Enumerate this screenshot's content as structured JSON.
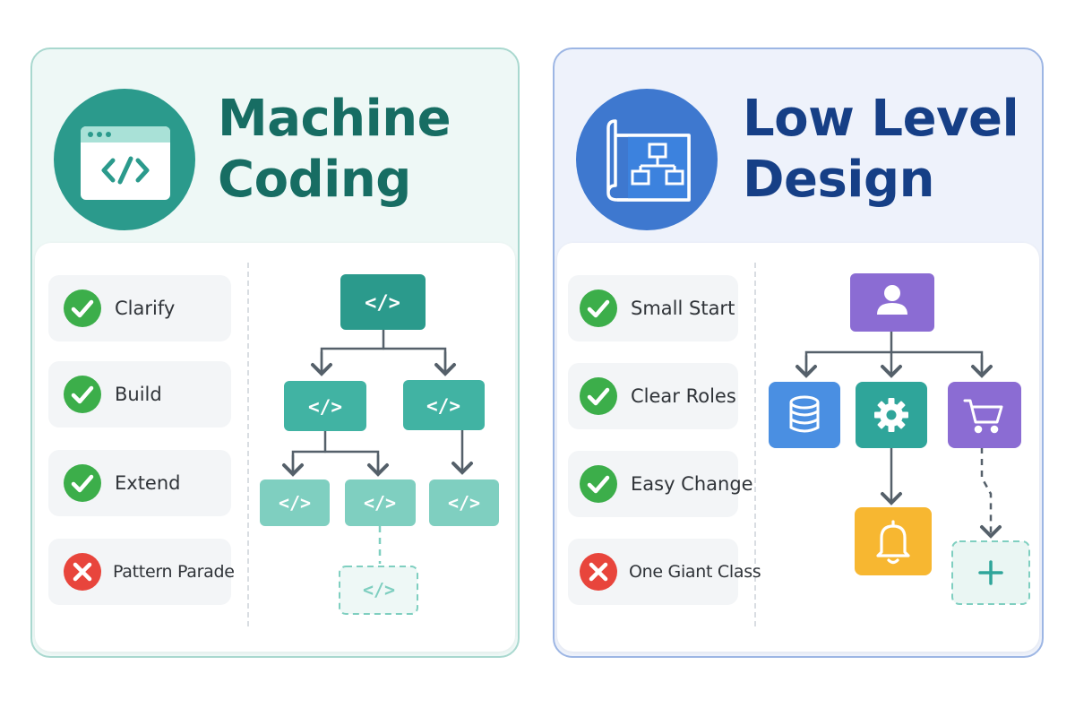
{
  "left": {
    "title_line1": "Machine",
    "title_line2": "Coding",
    "badge_icon": "code-window-icon",
    "accent": "#2b9a8c",
    "items": [
      {
        "label": "Clarify",
        "status": "check"
      },
      {
        "label": "Build",
        "status": "check"
      },
      {
        "label": "Extend",
        "status": "check"
      },
      {
        "label": "Pattern Parade",
        "status": "cross"
      }
    ],
    "tree_node_text": "</>"
  },
  "right": {
    "title_line1": "Low Level",
    "title_line2": "Design",
    "badge_icon": "blueprint-icon",
    "accent": "#3e78cf",
    "items": [
      {
        "label": "Small Start",
        "status": "check"
      },
      {
        "label": "Clear Roles",
        "status": "check"
      },
      {
        "label": "Easy Change",
        "status": "check"
      },
      {
        "label": "One Giant Class",
        "status": "cross"
      }
    ],
    "node_icons": [
      "user-icon",
      "database-icon",
      "gear-icon",
      "cart-icon",
      "bell-icon",
      "plus-icon"
    ]
  },
  "colors": {
    "check": "#3cae4a",
    "cross": "#e8453c",
    "node_dark": "#2b9a8c",
    "node_mid": "#41b3a3",
    "node_light": "#7fcfc0",
    "purple": "#8b6cd3",
    "blue": "#4a8fe2",
    "teal": "#2fa59a",
    "yellow": "#f7b731"
  }
}
